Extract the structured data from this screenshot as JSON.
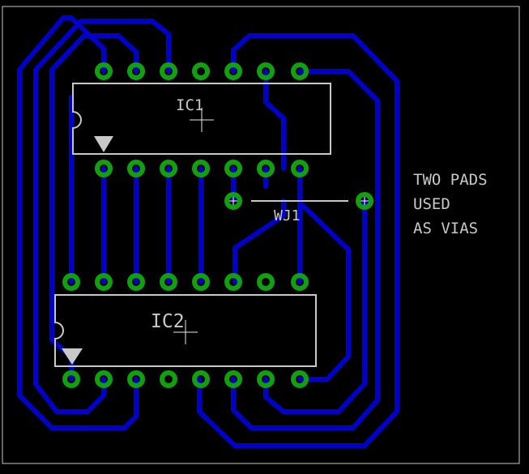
{
  "labels": {
    "ic1": "IC1",
    "ic2": "IC2",
    "wire_jumper": "WJ1",
    "note_line1": "TWO PADS",
    "note_line2": "USED",
    "note_line3": "AS VIAS"
  },
  "colors": {
    "background": "#000000",
    "trace": "#0000c8",
    "pad_ring": "#10a010",
    "silkscreen": "#c8c8c8",
    "outline": "#c8c8c8"
  },
  "icons": {
    "pin1_marker": "triangle-down-icon",
    "origin_marker": "crosshair-icon"
  }
}
